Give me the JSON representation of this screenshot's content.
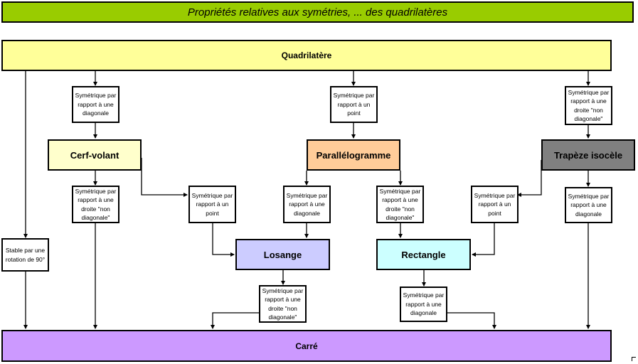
{
  "title": "Propriétés relatives aux symétries, ... des quadrilatères",
  "nodes": {
    "quadrilatere": "Quadrilatère",
    "cerf_volant": "Cerf-volant",
    "parallelogramme": "Parallélogramme",
    "trapeze_isocele": "Trapèze isocèle",
    "losange": "Losange",
    "rectangle": "Rectangle",
    "carre": "Carré"
  },
  "properties": {
    "p1": [
      "Symétrique par",
      "rapport à une",
      "diagonale"
    ],
    "p2": [
      "Symétrique par",
      "rapport à un",
      "point"
    ],
    "p3": [
      "Symétrique par",
      "rapport à une",
      "droite \"non",
      "diagonale\""
    ],
    "p4": [
      "Symétrique par",
      "rapport à une",
      "droite \"non",
      "diagonale\""
    ],
    "p5": [
      "Symétrique par",
      "rapport à un",
      "point"
    ],
    "p6": [
      "Symétrique par",
      "rapport à une",
      "diagonale"
    ],
    "p7": [
      "Symétrique par",
      "rapport à une",
      "droite \"non",
      "diagonale\""
    ],
    "p8": [
      "Symétrique par",
      "rapport à un",
      "point"
    ],
    "p9": [
      "Symétrique par",
      "rapport à une",
      "diagonale"
    ],
    "p10": [
      "Stable par une",
      "rotation de 90°"
    ],
    "p11": [
      "Symétrique par",
      "rapport à une",
      "droite \"non",
      "diagonale\""
    ],
    "p12": [
      "Symétrique par",
      "rapport à une",
      "diagonale"
    ]
  }
}
